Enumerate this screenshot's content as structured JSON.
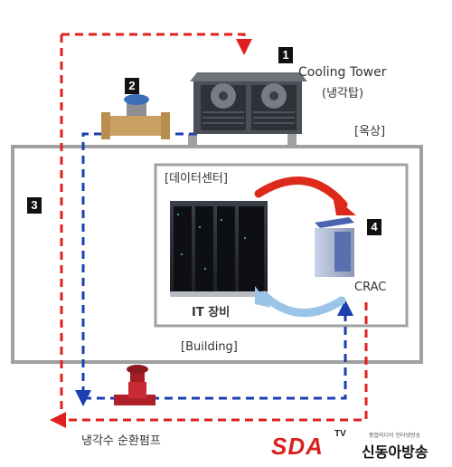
{
  "badges": {
    "b1": "1",
    "b2": "2",
    "b3": "3",
    "b4": "4"
  },
  "labels": {
    "cooling_tower": "Cooling Tower",
    "cooling_tower_kr": "(냉각탑)",
    "rooftop": "[옥상]",
    "datacenter": "[데이터센터]",
    "it_equipment": "IT 장비",
    "crac": "CRAC",
    "building": "[Building]",
    "pump": "냉각수 순환펌프"
  },
  "logo": {
    "brand": "SDA",
    "tv": "TV",
    "tagline": "종합미디어 인터넷방송",
    "name": "신동아방송"
  },
  "colors": {
    "hot_line": "#e02020",
    "cold_line": "#1a3fb0",
    "crac_arrow_red": "#dd2a1a",
    "crac_arrow_blue": "#9cc4e6",
    "frame": "#a0a0a0"
  }
}
